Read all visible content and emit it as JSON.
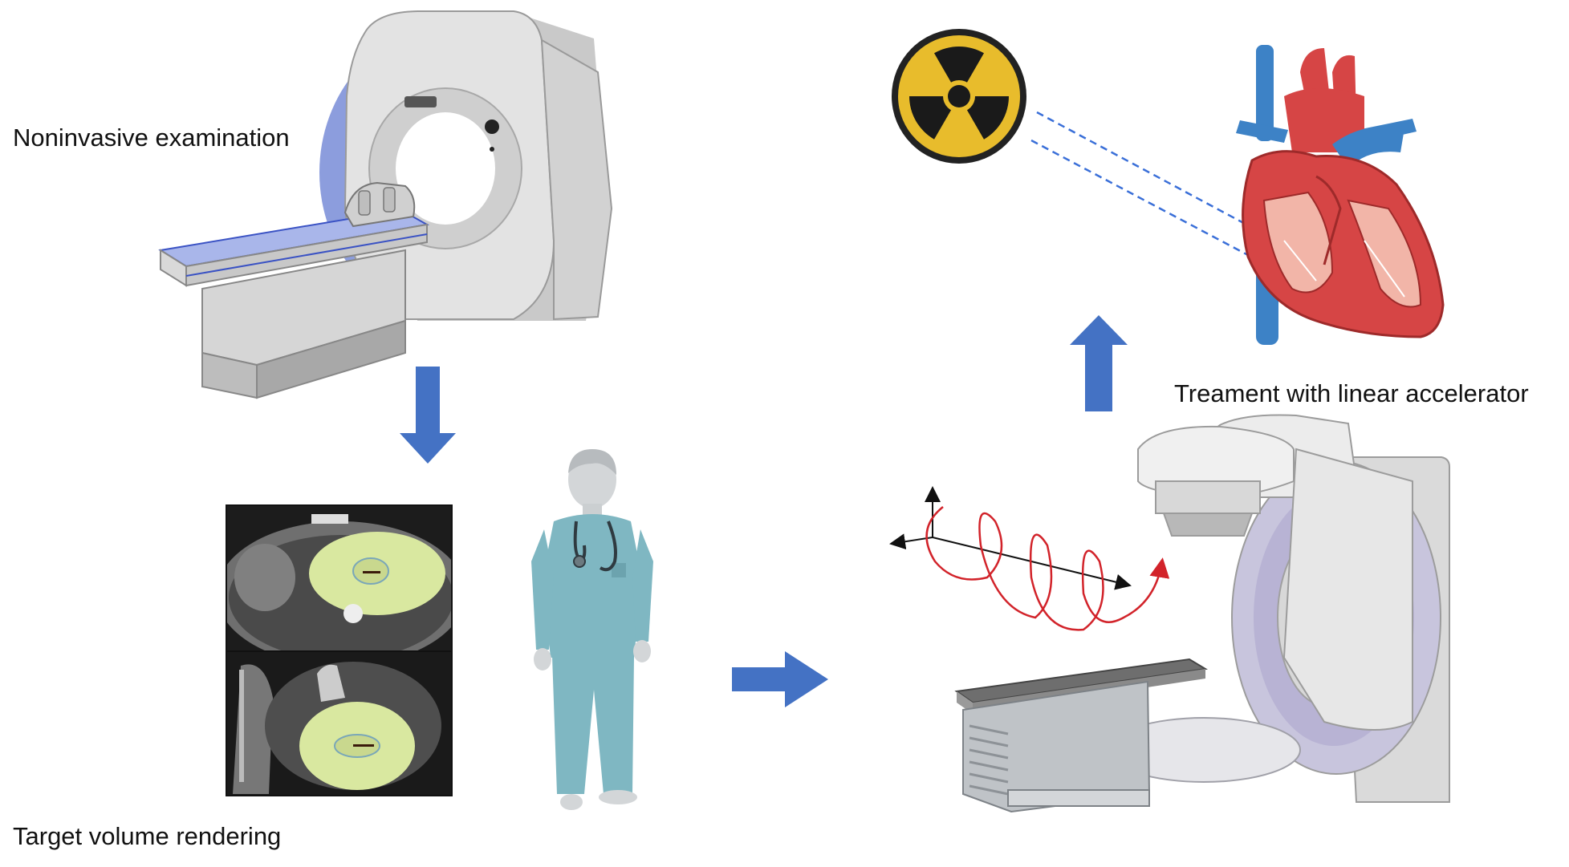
{
  "labels": {
    "noninvasive": "Noninvasive examination",
    "target_volume": "Target volume rendering",
    "treatment": "Treament with linear accelerator"
  },
  "colors": {
    "arrow": "#4472C4",
    "scanner_body": "#E3E3E3",
    "scanner_ring": "#8C9DDD",
    "scanner_bed_top": "#A9B6EA",
    "radiation_yellow": "#E8BC2C",
    "radiation_black": "#1A1A1A",
    "heart_red": "#D64545",
    "vessel_blue": "#3D82C6",
    "scrubs": "#7FB7C2",
    "helix_red": "#D2232A",
    "beam_line": "#3A6FD8",
    "target_overlay": "#D9E8A0"
  },
  "icons": [
    "mri-scanner-icon",
    "radiation-symbol-icon",
    "heart-anatomy-icon",
    "physician-icon",
    "ct-scan-images",
    "linear-accelerator-icon",
    "rotation-helix-icon"
  ]
}
